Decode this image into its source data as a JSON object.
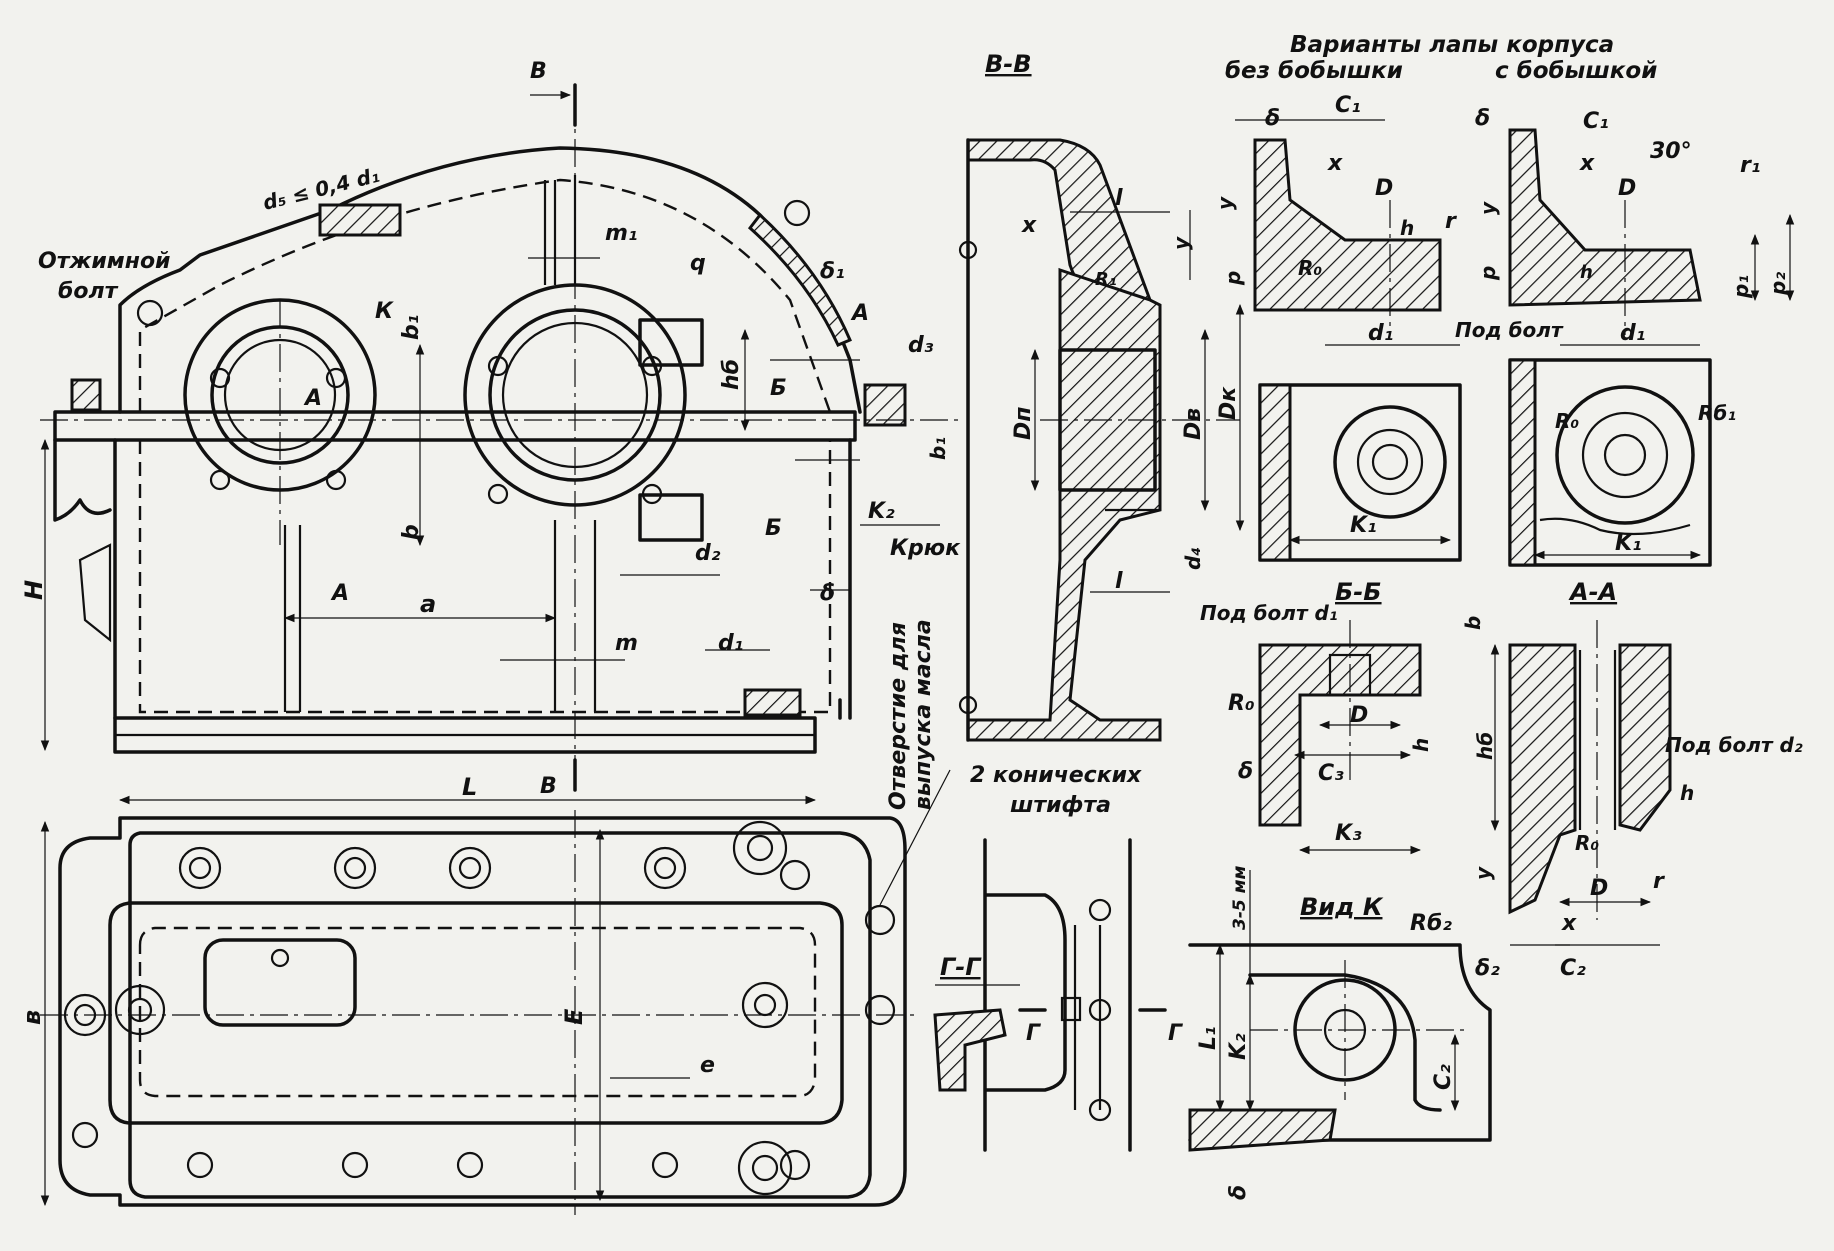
{
  "title": {
    "line1": "Варианты лапы корпуса",
    "left": "без бобышки",
    "right": "с бобышкой"
  },
  "sections": {
    "vv": "В-В",
    "bb": "Б-Б",
    "aa": "А-А",
    "gg": "Г-Г",
    "vid_k": "Вид К"
  },
  "notes": {
    "press_bolt_1": "Отжимной",
    "press_bolt_2": "болт",
    "hook": "Крюк",
    "oil_drain_1": "Отверстие для",
    "oil_drain_2": "выпуска масла",
    "pins_1": "2 конических",
    "pins_2": "штифта",
    "bolt_d1_top": "Под болт",
    "bolt_d1_bb": "Под болт d₁",
    "bolt_d2": "Под болт d₂",
    "gap": "3-5 мм",
    "d5": "d₅ ≤ 0,4 d₁"
  },
  "labels": {
    "B": "В",
    "K": "К",
    "A": "А",
    "Bb": "Б",
    "G": "Г",
    "b": "b",
    "b1": "b₁",
    "hb": "hб",
    "H": "H",
    "L": "L",
    "a": "a",
    "m": "m",
    "m1": "m₁",
    "q": "q",
    "delta": "δ",
    "delta1": "δ₁",
    "delta2": "δ₂",
    "d1": "d₁",
    "d2": "d₂",
    "d3": "d₃",
    "d4": "d₄",
    "K1": "K₁",
    "K2": "K₂",
    "K3": "K₃",
    "Dp": "Dп",
    "Dv": "Dв",
    "Dk": "Dк",
    "D": "D",
    "x": "x",
    "y": "y",
    "l": "l",
    "R0": "R₀",
    "R1": "R₁",
    "Rb1": "Rб₁",
    "Rb2": "Rб₂",
    "C1": "C₁",
    "C2": "C₂",
    "C3": "C₃",
    "h": "h",
    "p": "p",
    "p1": "p₁",
    "p2": "p₂",
    "r": "r",
    "r1": "r₁",
    "deg30": "30°",
    "e": "e",
    "E": "E",
    "vb": "в",
    "L1": "L₁",
    "A_lc": "A"
  }
}
